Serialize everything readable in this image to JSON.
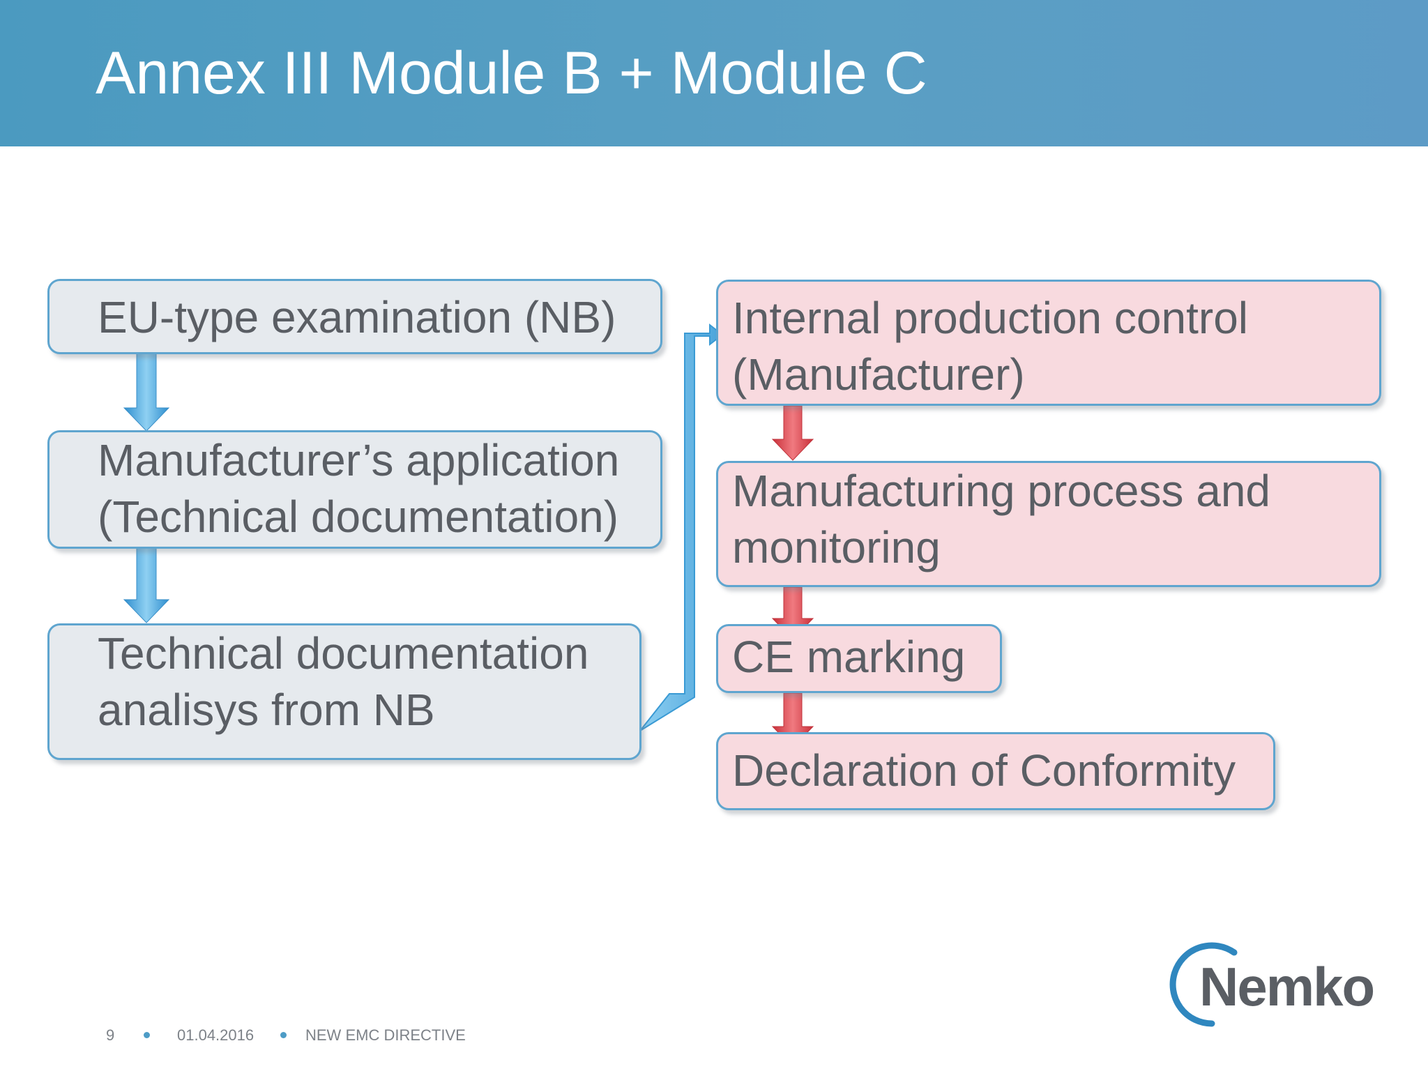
{
  "slide": {
    "title": "Annex III Module B + Module C"
  },
  "diagram": {
    "left_column": [
      {
        "lines": [
          "EU-type examination (NB)"
        ]
      },
      {
        "lines": [
          "Manufacturer’s application",
          "(Technical documentation)"
        ]
      },
      {
        "lines": [
          "Technical documentation",
          "analisys from NB"
        ]
      }
    ],
    "right_column": [
      {
        "lines": [
          "Internal production control",
          "(Manufacturer)"
        ]
      },
      {
        "lines": [
          "Manufacturing process and",
          "monitoring"
        ]
      },
      {
        "lines": [
          "CE marking"
        ]
      },
      {
        "lines": [
          "Declaration of Conformity"
        ]
      }
    ],
    "colors": {
      "header": "#5a9fc4",
      "left_box_fill": "#e6eaee",
      "right_box_fill": "#f8dadf",
      "box_border": "#5fa5cf",
      "blue_arrow": "#5aaedf",
      "red_arrow": "#e0474f"
    }
  },
  "footer": {
    "page_number": "9",
    "date": "01.04.2016",
    "section": "NEW EMC DIRECTIVE"
  },
  "logo": {
    "text": "Nemko"
  }
}
